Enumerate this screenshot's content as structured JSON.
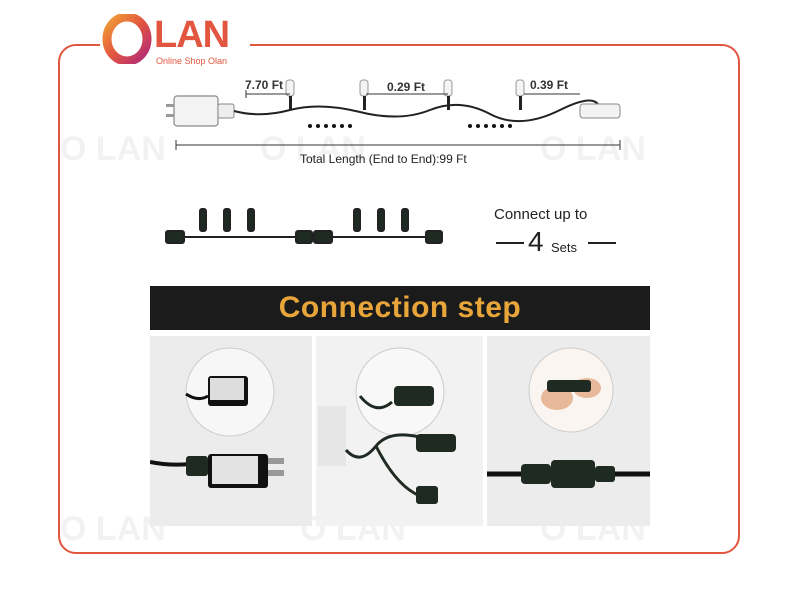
{
  "brand": {
    "name": "LAN",
    "tagline": "Online Shop Olan",
    "accent": "#e2553f"
  },
  "diagram": {
    "lengths": [
      "7.70 Ft",
      "0.29 Ft",
      "0.39 Ft"
    ],
    "total": "Total Length (End to End):99 Ft"
  },
  "connect": {
    "line1": "Connect up to",
    "count": "4",
    "unit": "Sets"
  },
  "banner": {
    "title": "Connection step",
    "color": "#e8a63a"
  },
  "photos": [
    "adapter-closeup",
    "connector-closeup",
    "plug-in-closeup"
  ]
}
